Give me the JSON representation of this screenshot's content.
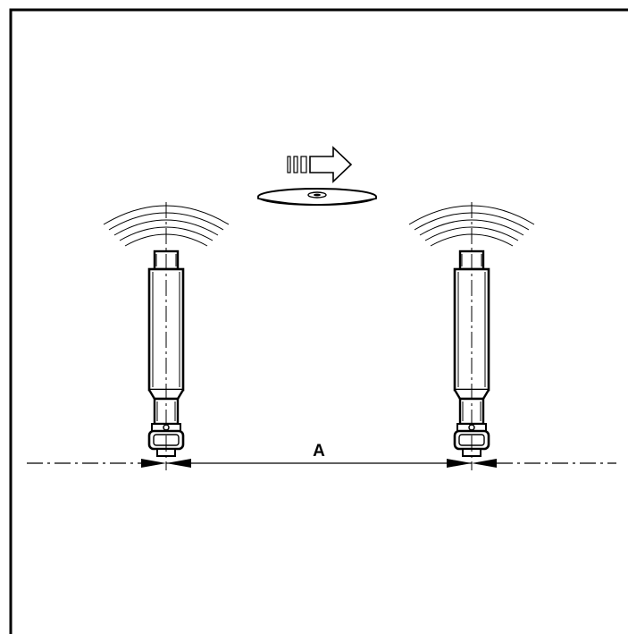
{
  "diagram": {
    "dimension_label": "A",
    "sensors": [
      {
        "id": "left-sensor"
      },
      {
        "id": "right-sensor"
      }
    ],
    "moving_object": {
      "shape": "disc",
      "direction": "right"
    },
    "colors": {
      "line": "#000000",
      "background": "#ffffff"
    }
  }
}
